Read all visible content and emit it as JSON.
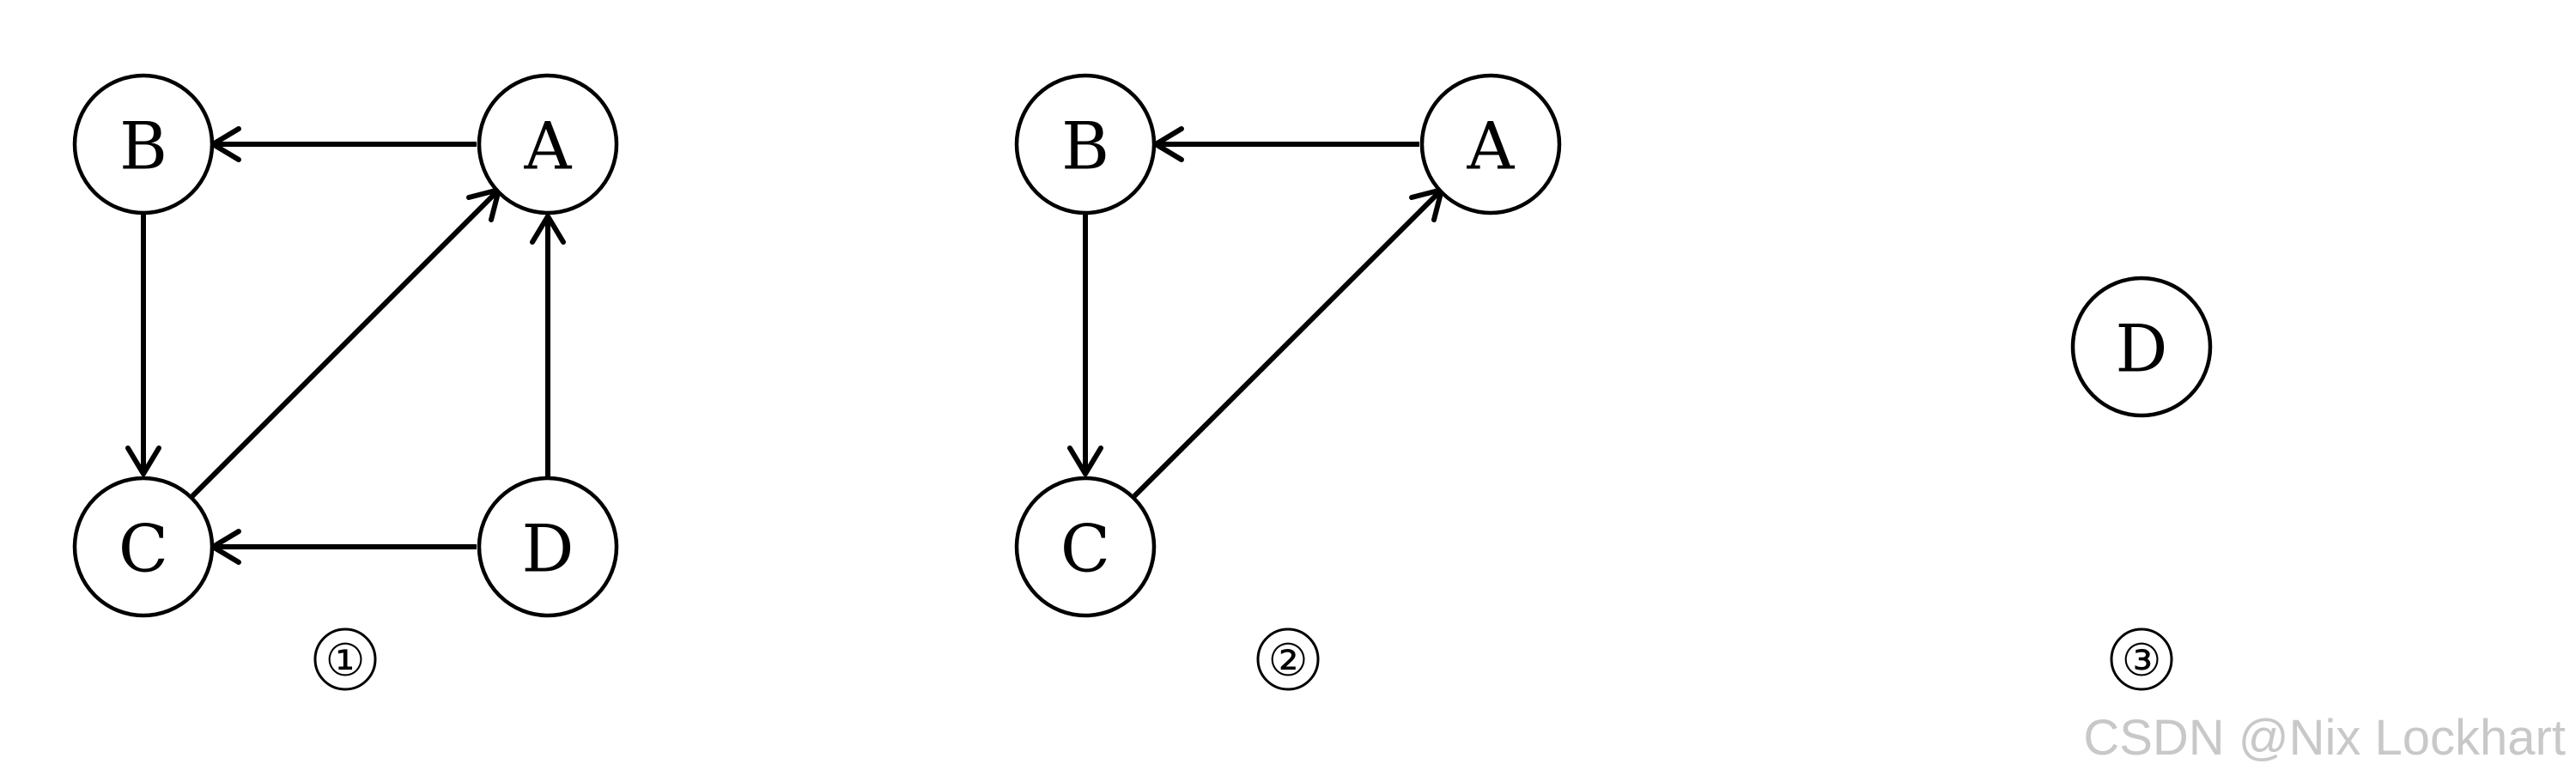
{
  "graphs": [
    {
      "caption": "①",
      "nodes": [
        {
          "id": "A",
          "label": "A"
        },
        {
          "id": "B",
          "label": "B"
        },
        {
          "id": "C",
          "label": "C"
        },
        {
          "id": "D",
          "label": "D"
        }
      ],
      "edges": [
        {
          "from": "A",
          "to": "B"
        },
        {
          "from": "B",
          "to": "C"
        },
        {
          "from": "C",
          "to": "A"
        },
        {
          "from": "D",
          "to": "C"
        },
        {
          "from": "D",
          "to": "A"
        }
      ]
    },
    {
      "caption": "②",
      "nodes": [
        {
          "id": "A",
          "label": "A"
        },
        {
          "id": "B",
          "label": "B"
        },
        {
          "id": "C",
          "label": "C"
        }
      ],
      "edges": [
        {
          "from": "A",
          "to": "B"
        },
        {
          "from": "B",
          "to": "C"
        },
        {
          "from": "C",
          "to": "A"
        }
      ]
    },
    {
      "caption": "③",
      "nodes": [
        {
          "id": "D",
          "label": "D"
        }
      ],
      "edges": []
    }
  ],
  "watermark": "CSDN @Nix Lockhart",
  "colors": {
    "stroke": "#000000",
    "background": "#ffffff",
    "watermark": "#c8c8c8"
  }
}
